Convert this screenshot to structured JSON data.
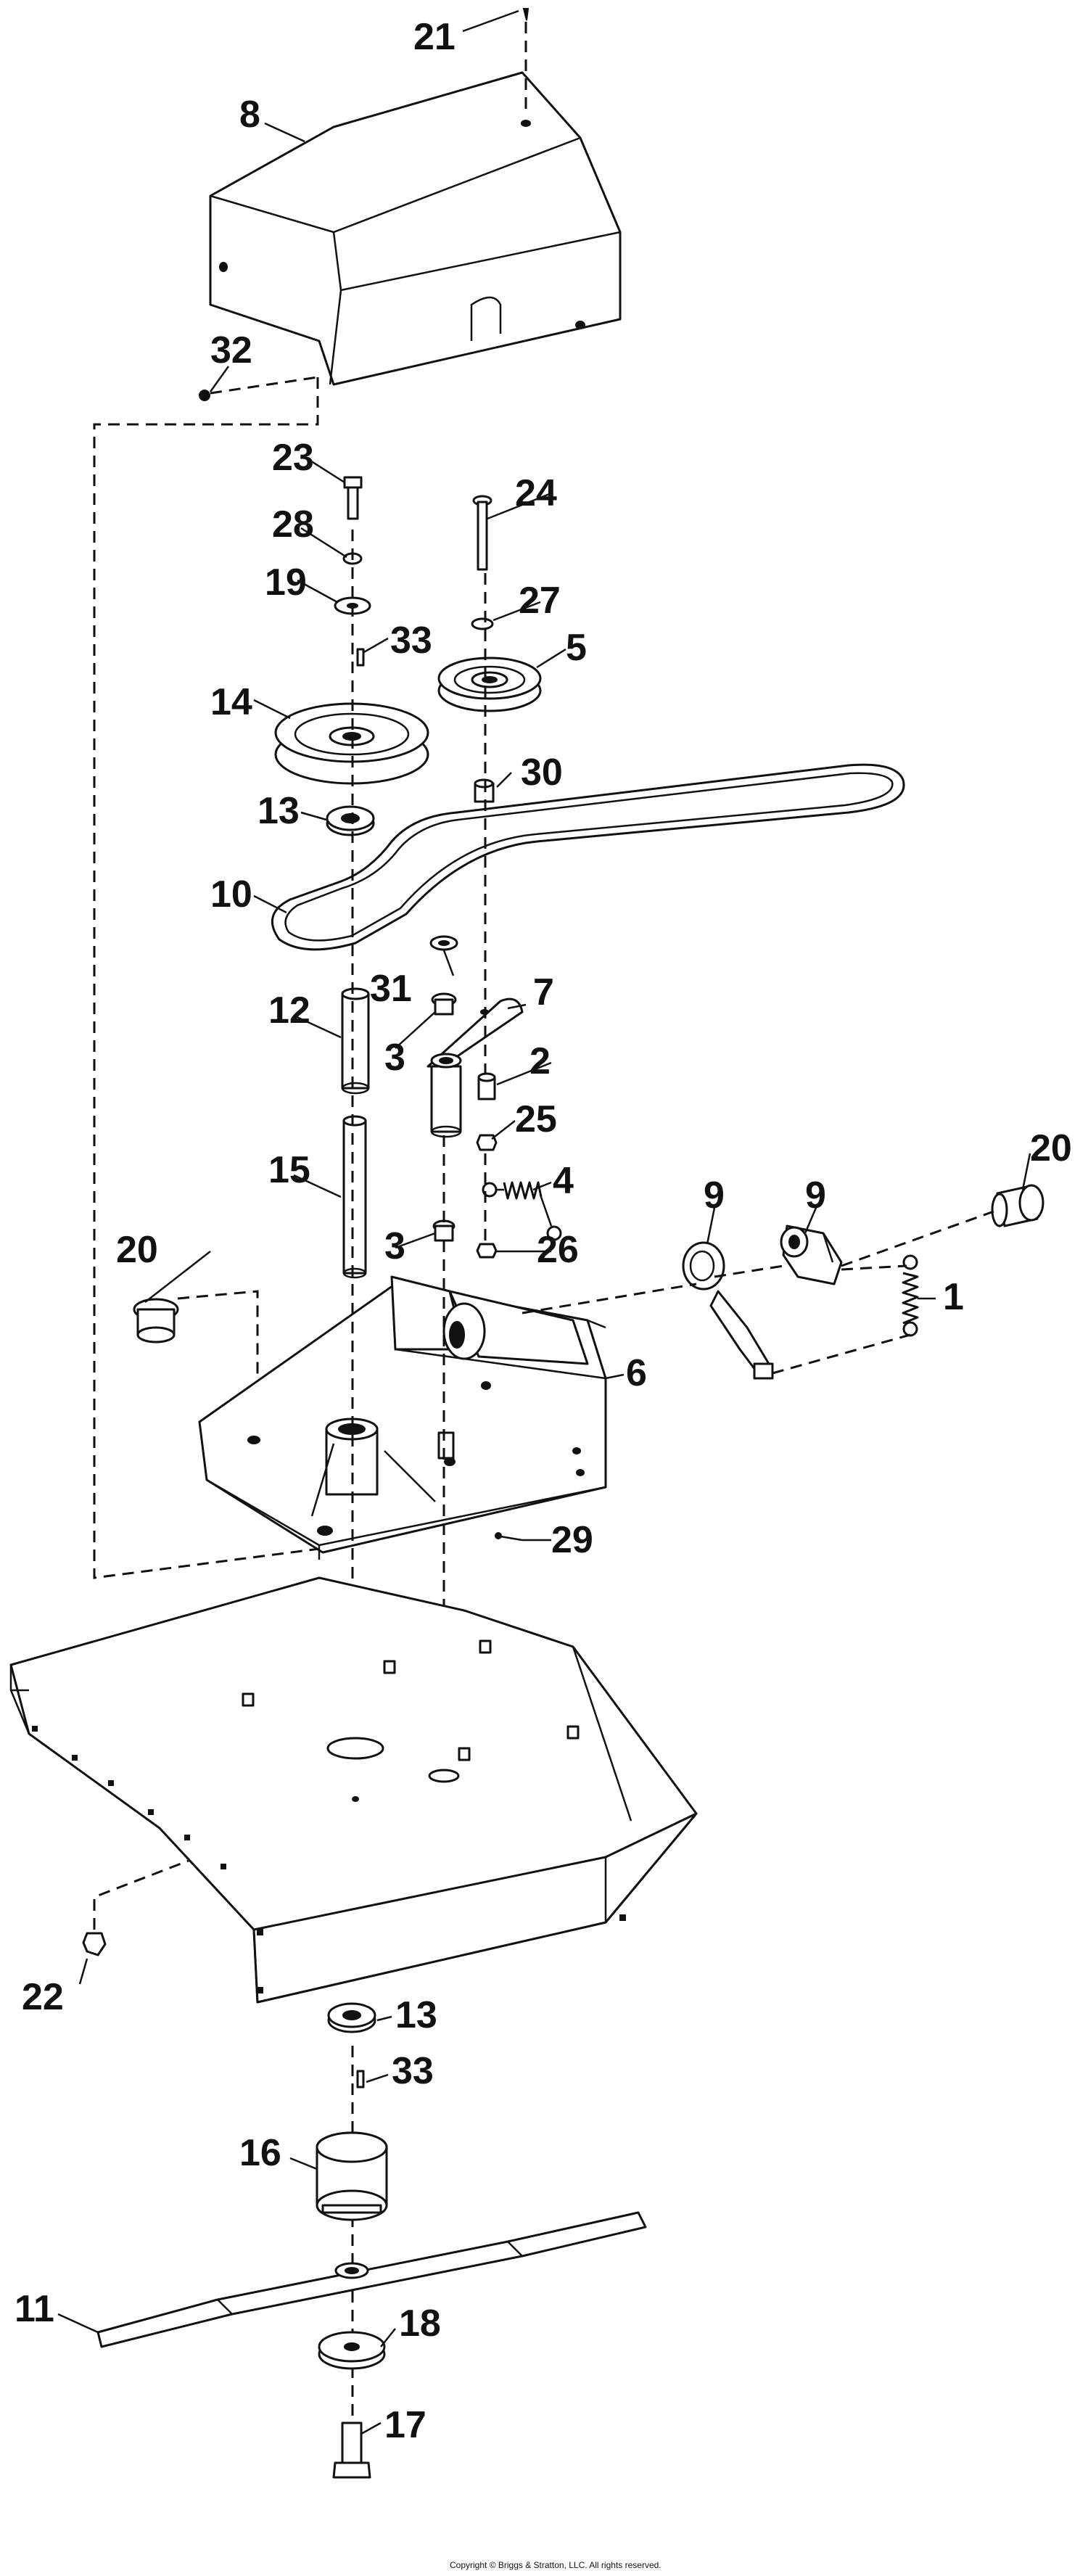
{
  "callouts": {
    "c1": "1",
    "c2": "2",
    "c3a": "3",
    "c3b": "3",
    "c4": "4",
    "c5": "5",
    "c6": "6",
    "c7": "7",
    "c8": "8",
    "c9a": "9",
    "c9b": "9",
    "c10": "10",
    "c11": "11",
    "c12": "12",
    "c13a": "13",
    "c13b": "13",
    "c14": "14",
    "c15": "15",
    "c16": "16",
    "c17": "17",
    "c18": "18",
    "c19": "19",
    "c20a": "20",
    "c20b": "20",
    "c21": "21",
    "c22": "22",
    "c23": "23",
    "c24": "24",
    "c25": "25",
    "c26": "26",
    "c27": "27",
    "c28": "28",
    "c29": "29",
    "c30": "30",
    "c31": "31",
    "c32": "32",
    "c33a": "33",
    "c33b": "33"
  },
  "copyright": "Copyright © Briggs & Stratton, LLC. All rights reserved."
}
